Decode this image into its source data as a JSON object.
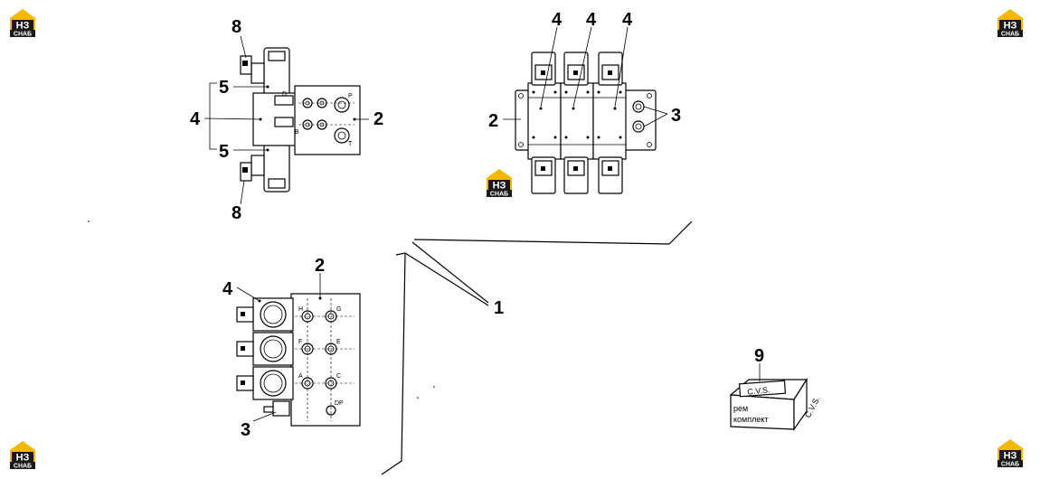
{
  "logo": {
    "top_text": "НЗ",
    "bottom_text": "СНАБ"
  },
  "callouts": {
    "one": "1",
    "two": "2",
    "three": "3",
    "four": "4",
    "five": "5",
    "eight": "8",
    "nine": "9"
  },
  "ports": {
    "p": "P",
    "t": "T",
    "a": "A",
    "b": "B",
    "c": "C",
    "e": "E",
    "f": "F",
    "g": "G",
    "h": "H",
    "dp": "DP",
    "d": "D"
  },
  "kit_box": {
    "lid_text": "C.V.S.",
    "side_text": "C.V.S.",
    "label_line1": "рем",
    "label_line2": "комплект"
  }
}
